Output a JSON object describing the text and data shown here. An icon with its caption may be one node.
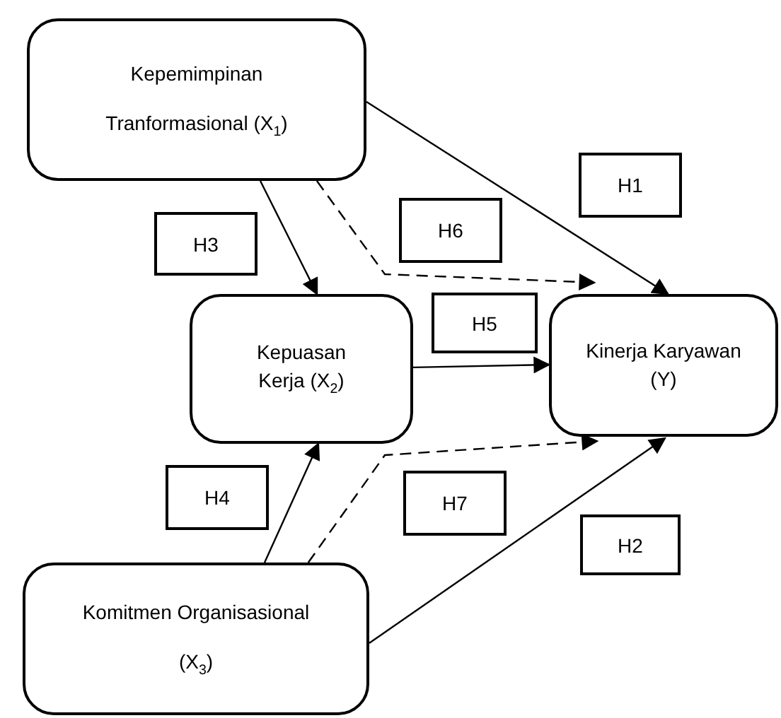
{
  "diagram": {
    "nodes": [
      {
        "text": [
          "Kepemimpinan Tranformasional (X$_{1}$)"
        ]
      },
      {
        "text": [
          "H1"
        ]
      },
      {
        "text": [
          "H6"
        ]
      },
      {
        "text": [
          "H3"
        ]
      },
      {
        "text": [
          "H5"
        ]
      },
      {
        "text": [
          "Kepuasan Kerja (X$_{2}$)"
        ]
      },
      {
        "text": [
          "Kinerja Karyawan (Y)"
        ]
      },
      {
        "text": [
          "H7"
        ]
      },
      {
        "text": [
          "H4"
        ]
      },
      {
        "text": [
          "H2"
        ]
      },
      {
        "text": [
          "Komitmen Organisasional (X$_{3}$)"
        ]
      }
    ],
    "edges": [
      {
        "from": 0,
        "to": 5,
        "arrow": "to"
      },
      {
        "from": 0,
        "to": 6,
        "arrow": "to"
      },
      {
        "from": 0,
        "to": 6,
        "arrow": "to",
        "style": "dashed"
      },
      {
        "from": 5,
        "to": 6,
        "arrow": "to"
      },
      {
        "from": 10,
        "to": 5,
        "arrow": "to"
      },
      {
        "from": 10,
        "to": 6,
        "arrow": "to",
        "style": "dashed"
      },
      {
        "from": 10,
        "to": 6,
        "arrow": "to"
      }
    ]
  }
}
